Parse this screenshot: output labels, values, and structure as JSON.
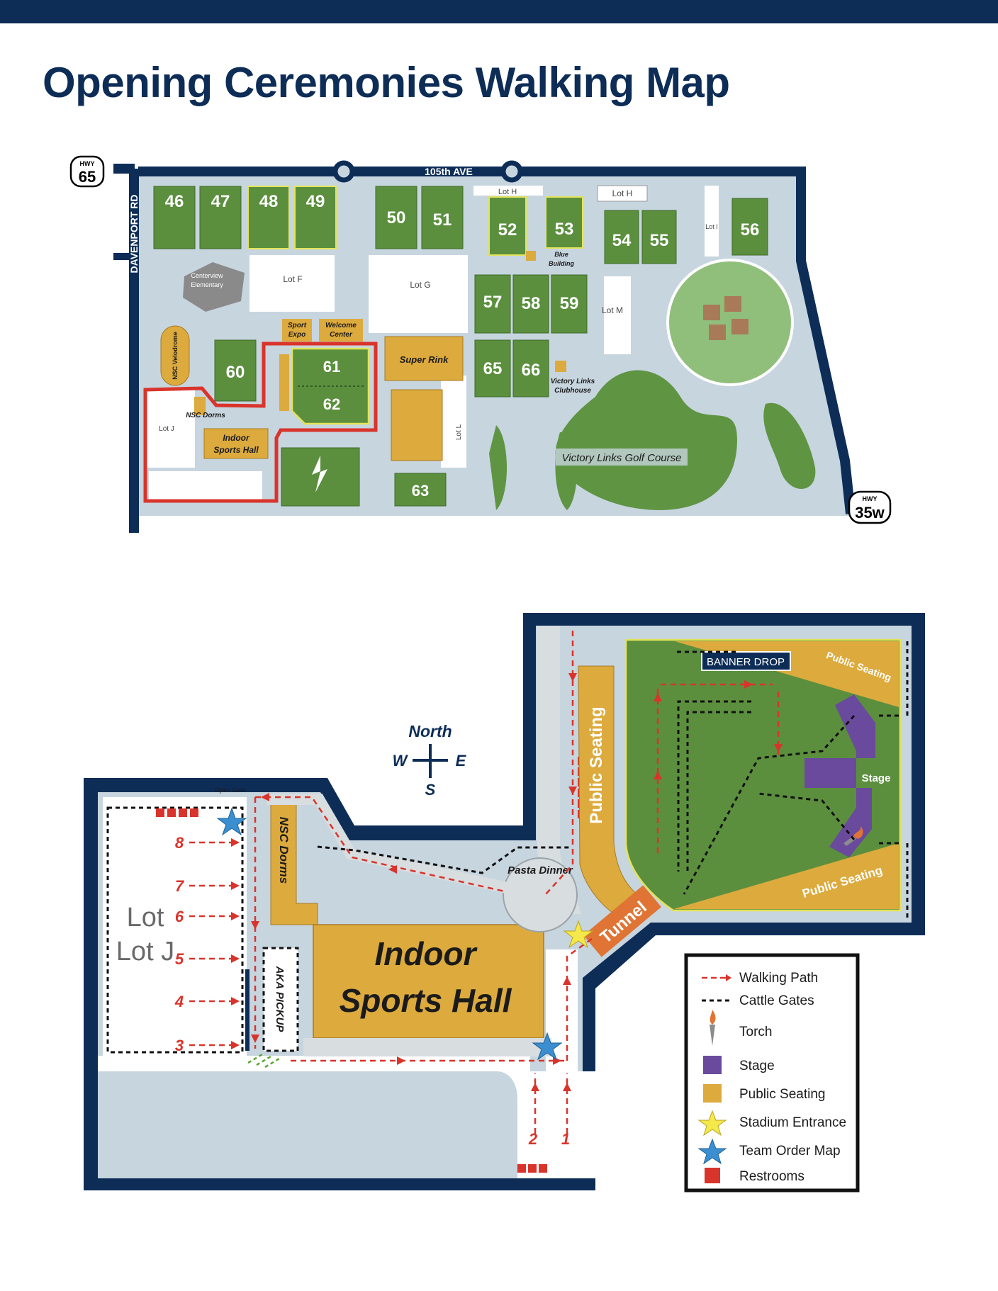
{
  "page_title": "Opening Ceremonies Walking Map",
  "colors": {
    "navy": "#0d2d57",
    "field_green": "#5b8f3e",
    "gold": "#dcaa3d",
    "light_blue_gray": "#c7d5df",
    "path_red": "#d9342b",
    "stage_purple": "#6a4a9c",
    "tunnel_orange": "#e07434"
  },
  "overview_map": {
    "hwy_65": {
      "label": "HWY",
      "number": "65"
    },
    "hwy_35w": {
      "label": "HWY",
      "number": "35w"
    },
    "road_north": "105th AVE",
    "road_west": "DAVENPORT RD",
    "fields": [
      "46",
      "47",
      "48",
      "49",
      "50",
      "51",
      "52",
      "53",
      "54",
      "55",
      "56",
      "57",
      "58",
      "59",
      "60",
      "61",
      "62",
      "63",
      "65",
      "66"
    ],
    "lots": {
      "f": "Lot F",
      "g": "Lot G",
      "h1": "Lot H",
      "h2": "Lot H",
      "i": "Lot I",
      "j": "Lot J",
      "l": "Lot L",
      "m": "Lot M"
    },
    "buildings": {
      "centerview": "Centerview Elementary",
      "sport_expo": "Sport Expo",
      "welcome_center": "Welcome Center",
      "super_rink": "Super Rink",
      "velodrome": "NSC Velodrome",
      "nsc_dorms": "NSC Dorms",
      "indoor_sports_hall": "Indoor Sports Hall",
      "blue_building": "Blue Building",
      "clubhouse": "Victory Links Clubhouse",
      "golf_course": "Victory Links Golf Course"
    }
  },
  "detail_map": {
    "compass": {
      "north": "North",
      "west": "W",
      "east": "E",
      "south": "S"
    },
    "lot_j": "Lot J",
    "open_gate": "Open Gate",
    "nsc_dorms": "NSC Dorms",
    "aka_pickup": "AKA PICKUP",
    "indoor_sports_hall": "Indoor Sports Hall",
    "pasta_dinner": "Pasta Dinner",
    "tunnel": "Tunnel",
    "public_seating_main": "Public Seating",
    "public_seating_ne": "Public Seating",
    "public_seating_se": "Public Seating",
    "banner_drop": "BANNER DROP",
    "stage": "Stage",
    "lane_numbers": [
      "8",
      "7",
      "6",
      "5",
      "4",
      "3"
    ],
    "start_numbers": [
      "2",
      "1"
    ]
  },
  "legend": {
    "walking_path": "Walking Path",
    "cattle_gates": "Cattle Gates",
    "torch": "Torch",
    "stage": "Stage",
    "public_seating": "Public Seating",
    "stadium_entrance": "Stadium Entrance",
    "team_order_map": "Team Order Map",
    "restrooms": "Restrooms"
  }
}
